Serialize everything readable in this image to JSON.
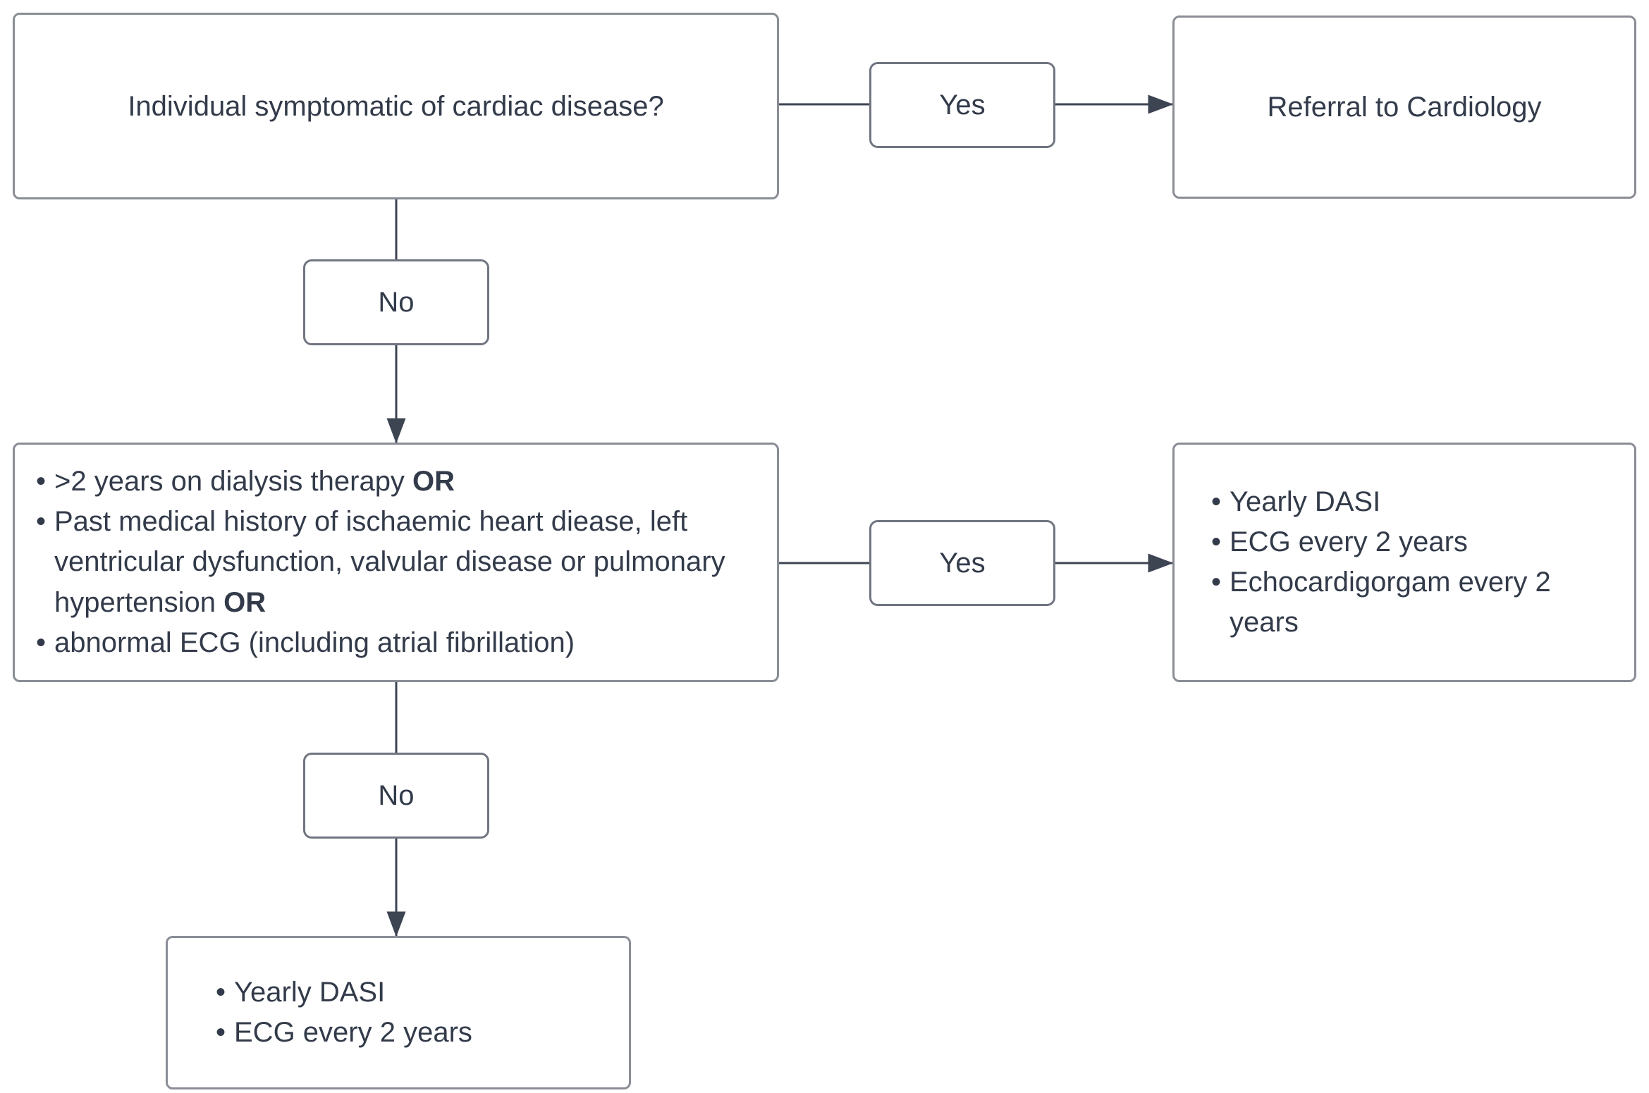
{
  "diagram": {
    "title": "Cardiac screening decision flowchart",
    "style": {
      "border_color": "#8a8d96",
      "text_color": "#333b4a",
      "background": "#ffffff",
      "edge_color": "#3d4553"
    },
    "nodes": {
      "question_symptomatic": {
        "text": "Individual symptomatic of cardiac disease?"
      },
      "referral_cardiology": {
        "text": "Referral to Cardiology"
      },
      "criteria": {
        "items": [
          {
            "before": ">2 years on dialysis therapy ",
            "bold": "OR",
            "after": ""
          },
          {
            "before": "Past medical history of ischaemic heart diease, left ventricular dysfunction, valvular disease or pulmonary hypertension ",
            "bold": "OR",
            "after": ""
          },
          {
            "before": "abnormal ECG (including atrial fibrillation)",
            "bold": "",
            "after": ""
          }
        ]
      },
      "surveillance_high": {
        "items": [
          "Yearly DASI",
          "ECG every 2 years",
          "Echocardigorgam every 2 years"
        ]
      },
      "surveillance_low": {
        "items": [
          "Yearly DASI",
          "ECG every 2 years"
        ]
      }
    },
    "edge_labels": {
      "yes_top": "Yes",
      "no_top": "No",
      "yes_mid": "Yes",
      "no_mid": "No"
    }
  }
}
